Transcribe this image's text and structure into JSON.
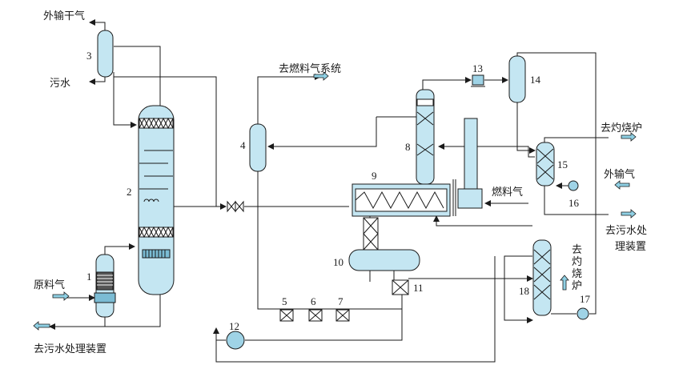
{
  "colors": {
    "vessel": "#c4e6f2",
    "vessel_dark": "#9fd3e6",
    "line": "#1a1a1a",
    "arrow_fill": "#8fd0e4"
  },
  "labels": {
    "export_dry_gas": "外输干气",
    "sewage": "污水",
    "to_fuel_gas_system": "去燃料气系统",
    "to_burner_top": "去灼烧炉",
    "fuel_gas": "燃料气",
    "export_gas": "外输气",
    "to_sewage_treatment_right_1": "去污水处",
    "to_sewage_treatment_right_2": "理装置",
    "to_burner_vertical": "去灼烧炉",
    "raw_gas": "原料气",
    "to_sewage_treatment_bottom": "去污水处理装置"
  },
  "equipment_numbers": [
    "1",
    "2",
    "3",
    "4",
    "5",
    "6",
    "7",
    "8",
    "9",
    "10",
    "11",
    "12",
    "13",
    "14",
    "15",
    "16",
    "17",
    "18"
  ]
}
